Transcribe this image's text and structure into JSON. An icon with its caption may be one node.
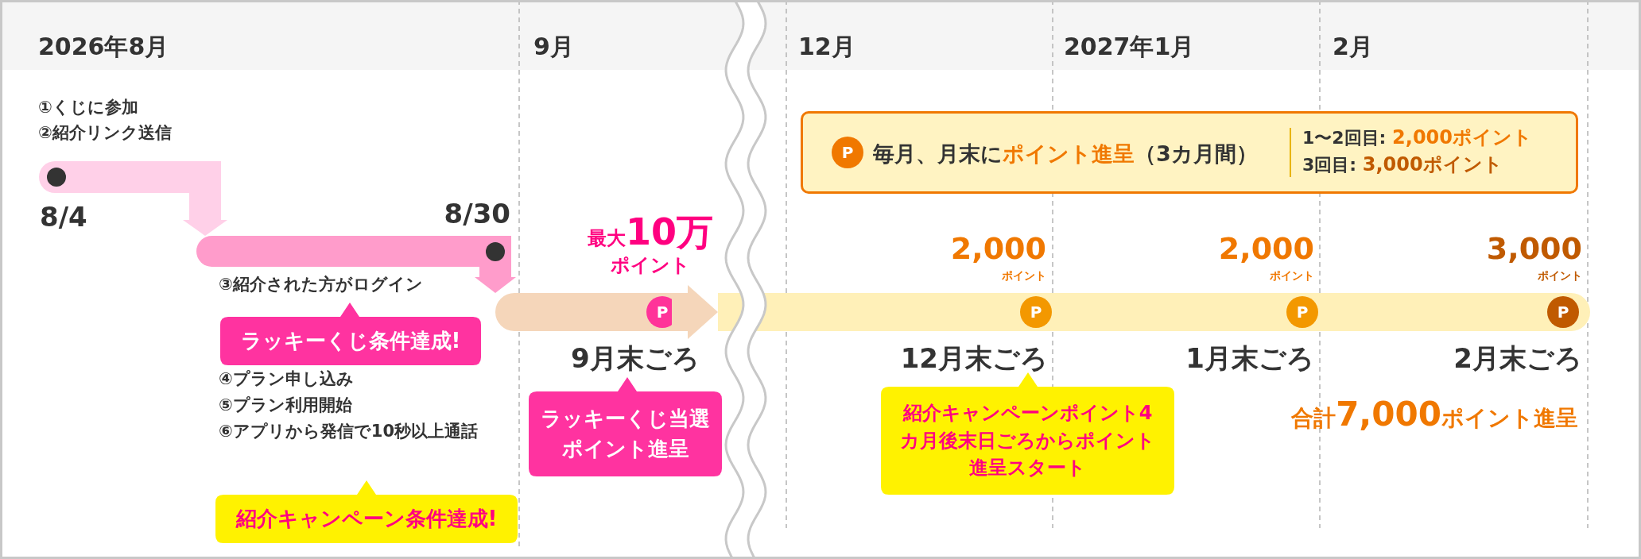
{
  "diagram": {
    "nodes": [
      {
        "text": [],
        "shape": "bar",
        "beside": [
          "8/4"
        ]
      },
      {
        "text": [],
        "shape": "bar",
        "beside": [
          "8/30"
        ]
      },
      {
        "text": [],
        "shape": "bar"
      },
      {
        "text": [],
        "shape": "bar"
      },
      {
        "text": [
          "P"
        ],
        "in": 2,
        "beside": [
          "最大**10万**ポイント"
        ]
      },
      {
        "text": [
          "P"
        ],
        "in": 3,
        "beside": [
          "2,000",
          "ポイント"
        ]
      },
      {
        "text": [
          "P"
        ],
        "in": 3,
        "beside": [
          "2,000",
          "ポイント"
        ]
      },
      {
        "text": [
          "P"
        ],
        "in": 3,
        "beside": [
          "3,000",
          "ポイント"
        ]
      },
      {
        "text": [
          "ラッキーくじ条件達成!"
        ]
      },
      {
        "text": [
          "ラッキーくじ当選ポイント進呈"
        ]
      },
      {
        "text": [
          "紹介キャンペーン条件達成!"
        ]
      },
      {
        "text": [
          "紹介キャンペーンポイント4カ月後末日ごろからポイント進呈スタート"
        ]
      },
      {
        "text": [
          "毎月、月末に**ポイント進呈**（3カ月間）",
          "1〜2回目: **2,000ポイント**",
          "3回目: **3,000ポイント**"
        ]
      },
      {
        "text": [
          "P"
        ],
        "in": 12
      }
    ],
    "edges": [
      {
        "from": 0,
        "to": 1,
        "arrow": "to",
        "color": "#ffd0e8"
      },
      {
        "from": 1,
        "to": 2,
        "arrow": "to",
        "color": "#ff9ccb"
      },
      {
        "from": 2,
        "to": 3,
        "arrow": "to",
        "color": "#f5d6ba"
      }
    ],
    "labels": [
      "2026年8月",
      "9月",
      "12月",
      "2027年1月",
      "2月",
      "①くじに参加",
      "②紹介リンク送信",
      "③紹介された方がログイン",
      "9月末ごろ",
      "④プラン申し込み",
      "⑤プラン利用開始",
      "⑥アプリから発信で10秒以上通話",
      "12月末ごろ",
      "1月末ごろ",
      "2月末ごろ",
      "合計**7,000**ポイント進呈"
    ]
  }
}
